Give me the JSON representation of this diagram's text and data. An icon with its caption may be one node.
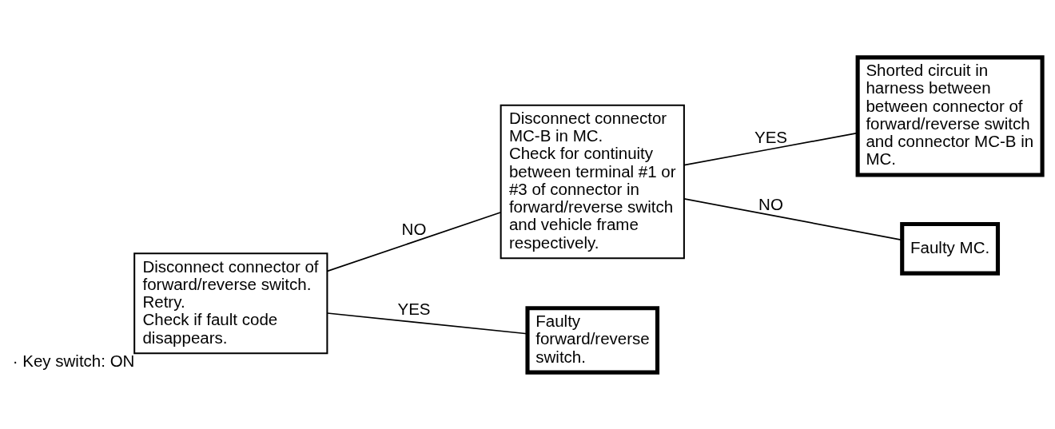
{
  "diagram": {
    "nodes": [
      {
        "text": [
          "Disconnect connector of forward/reverse switch.",
          "Retry.",
          "Check if fault code disappears."
        ],
        "beside": [
          "· Key switch: ON"
        ]
      },
      {
        "text": [
          "Disconnect connector MC-B in MC.",
          "Check for continuity between terminal #1 or #3 of connector in forward/reverse switch and vehicle frame respectively."
        ]
      },
      {
        "text": [
          "Shorted circuit in harness between between connector of forward/reverse switch and connector MC-B in MC."
        ]
      },
      {
        "text": [
          "Faulty MC."
        ]
      },
      {
        "text": [
          "Faulty forward/reverse switch."
        ]
      }
    ],
    "edges": [
      {
        "from": 0,
        "to": 1,
        "arrow": "none",
        "label": "NO"
      },
      {
        "from": 0,
        "to": 4,
        "arrow": "none",
        "label": "YES"
      },
      {
        "from": 1,
        "to": 2,
        "arrow": "none",
        "label": "YES"
      },
      {
        "from": 1,
        "to": 3,
        "arrow": "none",
        "label": "NO"
      }
    ]
  }
}
